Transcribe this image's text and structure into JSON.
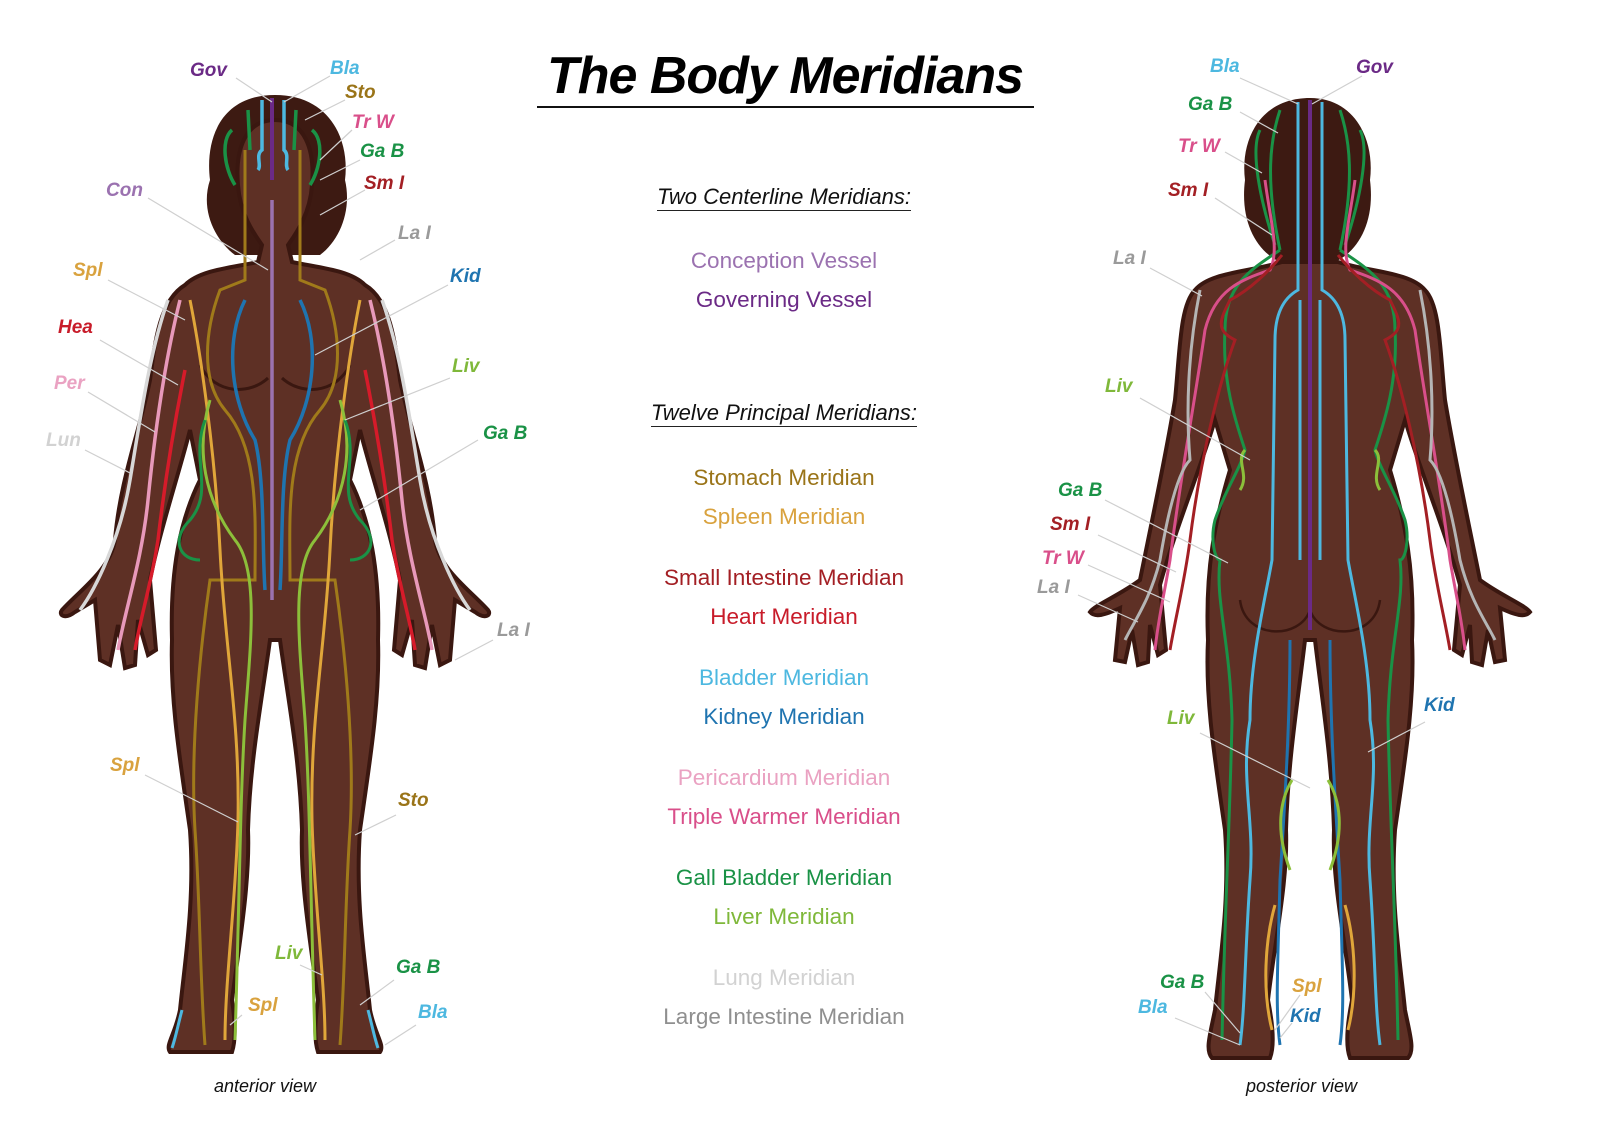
{
  "title": "The Body Meridians",
  "colors": {
    "skin": "#5e3025",
    "skin_outline": "#3a1710",
    "hair": "#3d1a12",
    "conception": "#9b72b0",
    "governing": "#6b2a86",
    "stomach": "#a07a1a",
    "spleen": "#e0a63a",
    "small_intestine": "#a31f24",
    "heart": "#d61b2a",
    "bladder": "#4db8e0",
    "kidney": "#1f74b0",
    "pericardium": "#e899ba",
    "triple_warmer": "#d94f8a",
    "gall_bladder": "#1a9246",
    "liver": "#8cbf3a",
    "lung": "#d8d8d8",
    "large_intestine": "#9a9a9a"
  },
  "legend": {
    "centerline_heading": "Two Centerline Meridians:",
    "centerline": [
      {
        "label": "Conception Vessel",
        "color": "#9b72b0"
      },
      {
        "label": "Governing Vessel",
        "color": "#6b2a86"
      }
    ],
    "principal_heading": "Twelve Principal Meridians:",
    "principal": [
      {
        "label": "Stomach Meridian",
        "color": "#9a7418"
      },
      {
        "label": "Spleen Meridian",
        "color": "#d9a23e"
      },
      {
        "label": "Small Intestine Meridian",
        "color": "#a31f24"
      },
      {
        "label": "Heart Meridian",
        "color": "#c81c2a"
      },
      {
        "label": "Bladder Meridian",
        "color": "#4db8e0"
      },
      {
        "label": "Kidney Meridian",
        "color": "#1f74b0"
      },
      {
        "label": "Pericardium Meridian",
        "color": "#eaa2c2"
      },
      {
        "label": "Triple Warmer Meridian",
        "color": "#d94f8a"
      },
      {
        "label": "Gall Bladder Meridian",
        "color": "#1a9246"
      },
      {
        "label": "Liver Meridian",
        "color": "#7fb83a"
      },
      {
        "label": "Lung Meridian",
        "color": "#d2d2d2"
      },
      {
        "label": "Large Intestine Meridian",
        "color": "#8f8f8f"
      }
    ]
  },
  "anterior": {
    "caption": "anterior view",
    "labels": [
      {
        "text": "Gov",
        "color": "#6b2a86"
      },
      {
        "text": "Bla",
        "color": "#4db8e0"
      },
      {
        "text": "Sto",
        "color": "#9a7418"
      },
      {
        "text": "Tr W",
        "color": "#d94f8a"
      },
      {
        "text": "Ga B",
        "color": "#1a9246"
      },
      {
        "text": "Sm I",
        "color": "#a31f24"
      },
      {
        "text": "Con",
        "color": "#9b72b0"
      },
      {
        "text": "La I",
        "color": "#9a9a9a"
      },
      {
        "text": "Spl",
        "color": "#d9a23e"
      },
      {
        "text": "Kid",
        "color": "#1f74b0"
      },
      {
        "text": "Hea",
        "color": "#c81c2a"
      },
      {
        "text": "Liv",
        "color": "#7fb83a"
      },
      {
        "text": "Per",
        "color": "#eaa2c2"
      },
      {
        "text": "Ga B",
        "color": "#1a9246"
      },
      {
        "text": "Lun",
        "color": "#d2d2d2"
      },
      {
        "text": "La I",
        "color": "#9a9a9a"
      },
      {
        "text": "Spl",
        "color": "#d9a23e"
      },
      {
        "text": "Sto",
        "color": "#9a7418"
      },
      {
        "text": "Liv",
        "color": "#7fb83a"
      },
      {
        "text": "Ga B",
        "color": "#1a9246"
      },
      {
        "text": "Spl",
        "color": "#d9a23e"
      },
      {
        "text": "Bla",
        "color": "#4db8e0"
      }
    ]
  },
  "posterior": {
    "caption": "posterior view",
    "labels": [
      {
        "text": "Bla",
        "color": "#4db8e0"
      },
      {
        "text": "Gov",
        "color": "#6b2a86"
      },
      {
        "text": "Ga B",
        "color": "#1a9246"
      },
      {
        "text": "Tr W",
        "color": "#d94f8a"
      },
      {
        "text": "Sm I",
        "color": "#a31f24"
      },
      {
        "text": "La I",
        "color": "#9a9a9a"
      },
      {
        "text": "Liv",
        "color": "#7fb83a"
      },
      {
        "text": "Ga B",
        "color": "#1a9246"
      },
      {
        "text": "Sm I",
        "color": "#a31f24"
      },
      {
        "text": "Tr W",
        "color": "#d94f8a"
      },
      {
        "text": "La I",
        "color": "#9a9a9a"
      },
      {
        "text": "Liv",
        "color": "#7fb83a"
      },
      {
        "text": "Kid",
        "color": "#1f74b0"
      },
      {
        "text": "Ga B",
        "color": "#1a9246"
      },
      {
        "text": "Bla",
        "color": "#4db8e0"
      },
      {
        "text": "Spl",
        "color": "#d9a23e"
      },
      {
        "text": "Kid",
        "color": "#1f74b0"
      }
    ]
  }
}
